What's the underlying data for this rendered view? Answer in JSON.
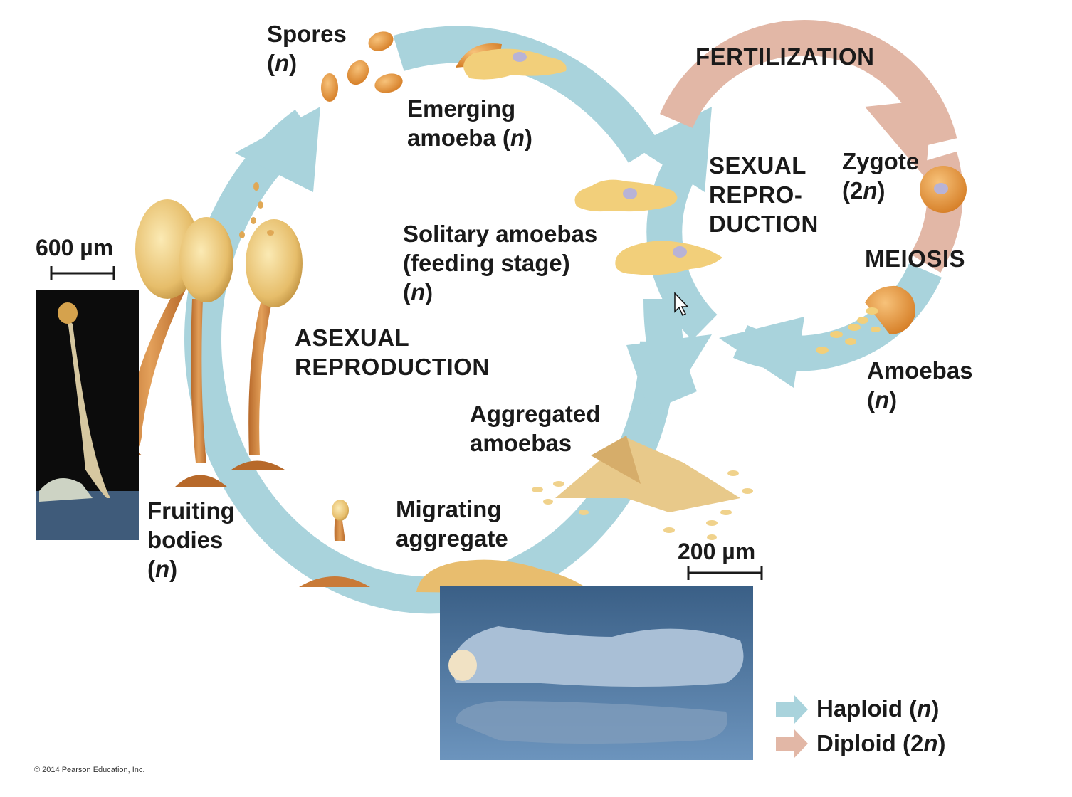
{
  "labels": {
    "spores": {
      "line1": "Spores",
      "line2_open": "(",
      "line2_it": "n",
      "line2_close": ")"
    },
    "emerging": {
      "line1": "Emerging",
      "line2_pre": "amoeba (",
      "line2_it": "n",
      "line2_close": ")"
    },
    "solitary": {
      "line1": "Solitary amoebas",
      "line2": "(feeding stage)",
      "line3_open": "(",
      "line3_it": "n",
      "line3_close": ")"
    },
    "asexual": {
      "line1": "ASEXUAL",
      "line2": "REPRODUCTION"
    },
    "aggregated": {
      "line1": "Aggregated",
      "line2": "amoebas"
    },
    "migrating": {
      "line1": "Migrating",
      "line2": "aggregate"
    },
    "fruiting": {
      "line1": "Fruiting",
      "line2": "bodies",
      "line3_open": "(",
      "line3_it": "n",
      "line3_close": ")"
    },
    "fertilization": "FERTILIZATION",
    "sexual": {
      "line1": "SEXUAL",
      "line2": "REPRO-",
      "line3": "DUCTION"
    },
    "zygote": {
      "line1": "Zygote",
      "line2_pre": "(2",
      "line2_it": "n",
      "line2_close": ")"
    },
    "meiosis": "MEIOSIS",
    "amoebas": {
      "line1": "Amoebas",
      "line2_open": "(",
      "line2_it": "n",
      "line2_close": ")"
    }
  },
  "scale_bars": {
    "left": "600 µm",
    "right": "200 µm"
  },
  "legend": {
    "haploid": {
      "pre": "Haploid (",
      "it": "n",
      "close": ")",
      "color": "#a9d3dc"
    },
    "diploid": {
      "pre": "Diploid (2",
      "it": "n",
      "close": ")",
      "color": "#e2b7a6"
    }
  },
  "copyright": "© 2014 Pearson Education, Inc.",
  "colors": {
    "haploid_arrow": "#a9d3dc",
    "diploid_arrow": "#e2b7a6",
    "amoeba": "#f2cf7a",
    "spore": "#e39a3c"
  }
}
